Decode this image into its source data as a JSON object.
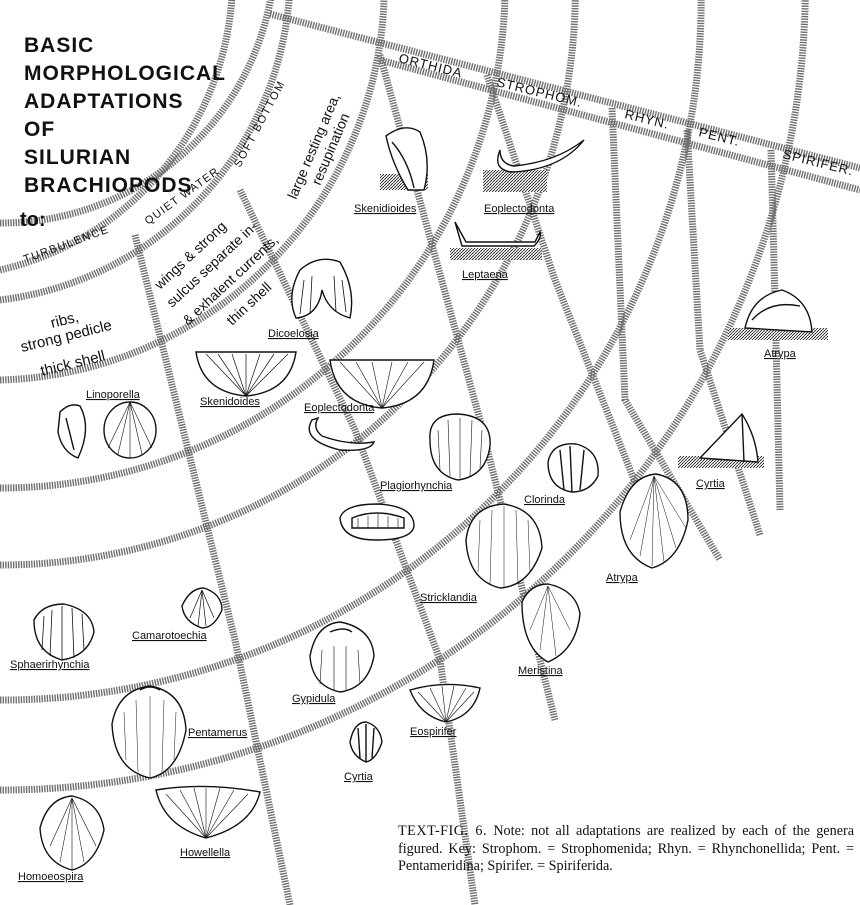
{
  "title_lines": [
    "BASIC",
    "MORPHOLOGICAL",
    "ADAPTATIONS",
    "OF",
    "SILURIAN",
    "BRACHIOPODS"
  ],
  "to_label": "to:",
  "environments": {
    "turbulence": "TURBULENCE",
    "quiet_water": "QUIET WATER",
    "soft_bottom": "SOFT BOTTOM"
  },
  "adaptations": {
    "turbulence": [
      "ribs,",
      "strong pedicle",
      "thick shell"
    ],
    "quiet_water": [
      "wings & strong",
      "sulcus separate in-",
      "& exhalent currents,",
      "thin shell"
    ],
    "soft_bottom": [
      "large resting area,",
      "resupination"
    ]
  },
  "groups": [
    "ORTHIDA",
    "STROPHOM.",
    "RHYN.",
    "PENT.",
    "SPIRIFER."
  ],
  "genera": {
    "skenidioides_top": "Skenidioides",
    "eoplectodonta_top": "Eoplectodonta",
    "leptaena": "Leptaena",
    "atrypa_top": "Atrypa",
    "dicoelosia": "Dicoelosia",
    "skenidoides_mid": "Skenidoides",
    "eoplectodonta_mid": "Eoplectodonta",
    "plagiorhynchia": "Plagiorhynchia",
    "clorinda": "Clorinda",
    "cyrtia_mid": "Cyrtia",
    "linoporella": "Linoporella",
    "stricklandia": "Stricklandia",
    "atrypa_mid": "Atrypa",
    "sphaerirhynchia": "Sphaerirhynchia",
    "camarotoechia": "Camarotoechia",
    "gypidula": "Gypidula",
    "meristina": "Meristina",
    "pentamerus": "Pentamerus",
    "eospirifer": "Eospirifer",
    "cyrtia_low": "Cyrtia",
    "homoeospira": "Homoeospira",
    "howellella": "Howellella"
  },
  "caption": {
    "lead": "TEXT-FIG. 6.",
    "text": "Note: not all adaptations are realized by each of the genera figured. Key: Strophom. = Strophomenida; Rhyn. = Rhynchonellida; Pent. = Pentameridina; Spirifer. = Spiriferida."
  },
  "colors": {
    "ink": "#111111",
    "band": "#7a7a7a"
  }
}
